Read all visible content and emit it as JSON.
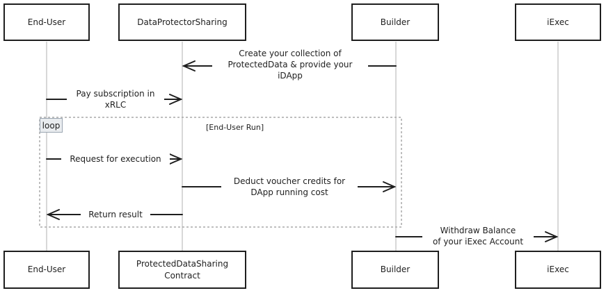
{
  "participants_top": [
    {
      "id": "end_user",
      "label": "End-User"
    },
    {
      "id": "dps",
      "label": "DataProtectorSharing"
    },
    {
      "id": "builder",
      "label": "Builder"
    },
    {
      "id": "iexec",
      "label": "iExec"
    }
  ],
  "participants_bottom": [
    {
      "id": "end_user",
      "label": "End-User"
    },
    {
      "id": "pds_contract",
      "label": "ProtectedDataSharing\nContract"
    },
    {
      "id": "builder",
      "label": "Builder"
    },
    {
      "id": "iexec",
      "label": "iExec"
    }
  ],
  "messages": [
    {
      "label": "Create your collection of\nProtectedData & provide your\niDApp",
      "from": "builder",
      "to": "dps"
    },
    {
      "label": "Pay subscription in\nxRLC",
      "from": "end_user",
      "to": "dps"
    },
    {
      "label": "Request for execution",
      "from": "end_user",
      "to": "dps"
    },
    {
      "label": "Deduct voucher credits for\nDApp running cost",
      "from": "dps",
      "to": "builder"
    },
    {
      "label": "Return result",
      "from": "dps",
      "to": "end_user"
    },
    {
      "label": "Withdraw Balance\nof your iExec Account",
      "from": "builder",
      "to": "iexec"
    }
  ],
  "loop": {
    "tag": "loop",
    "condition": "[End-User Run]"
  }
}
